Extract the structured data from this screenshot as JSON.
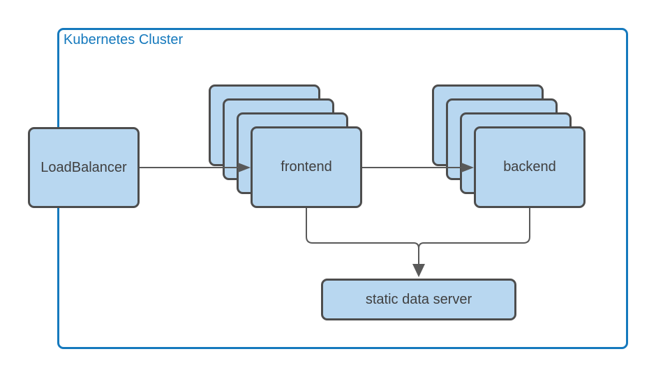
{
  "diagram": {
    "cluster": {
      "title": "Kubernetes Cluster"
    },
    "nodes": {
      "loadbalancer": {
        "label": "LoadBalancer"
      },
      "frontend": {
        "label": "frontend",
        "replica_count": 4
      },
      "backend": {
        "label": "backend",
        "replica_count": 4
      },
      "static_data_server": {
        "label": "static data server"
      }
    },
    "edges": [
      {
        "from": "loadbalancer",
        "to": "frontend",
        "style": "arrow"
      },
      {
        "from": "frontend",
        "to": "backend",
        "style": "arrow"
      },
      {
        "from": "frontend",
        "to": "static_data_server",
        "style": "merged-arrow"
      },
      {
        "from": "backend",
        "to": "static_data_server",
        "style": "merged-arrow"
      }
    ]
  },
  "colors": {
    "node_fill": "#b8d7f0",
    "node_border": "#4d4d4d",
    "node_text": "#3f3f3f",
    "cluster_border": "#1579bd",
    "cluster_title": "#1579bd",
    "connector": "#595959",
    "background": "#ffffff"
  }
}
